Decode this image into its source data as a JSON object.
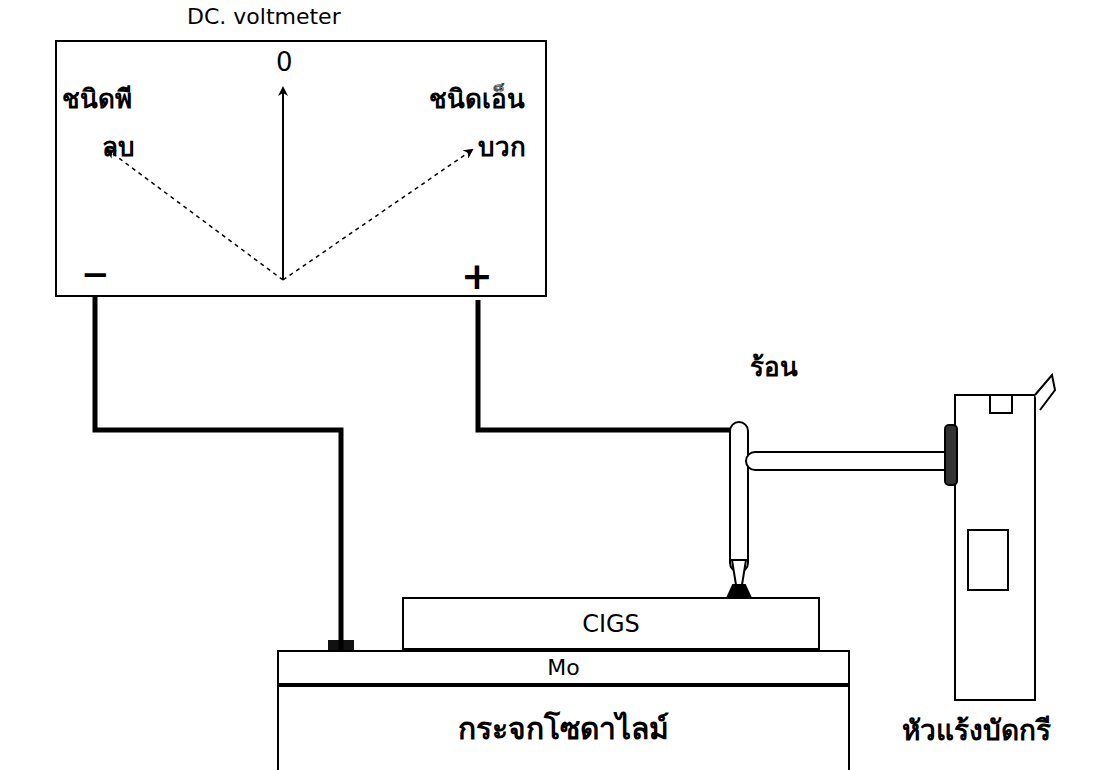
{
  "diagram": {
    "nodes": [
      {
        "text": [
          "DC. voltmeter",
          "ชนิดพี",
          "ลบ",
          "0",
          "ชนิดเอ็น",
          "บวก",
          "−",
          "+"
        ]
      },
      {
        "text": [
          "CIGS"
        ]
      },
      {
        "text": [
          "Mo"
        ]
      },
      {
        "text": [
          "กระจกโซดาไลม์"
        ]
      }
    ],
    "edges": [
      {
        "from": 0,
        "to": 2,
        "arrow": "none"
      }
    ],
    "labels": [
      "ร้อน",
      "หัวแร้งบัดกรี"
    ]
  }
}
